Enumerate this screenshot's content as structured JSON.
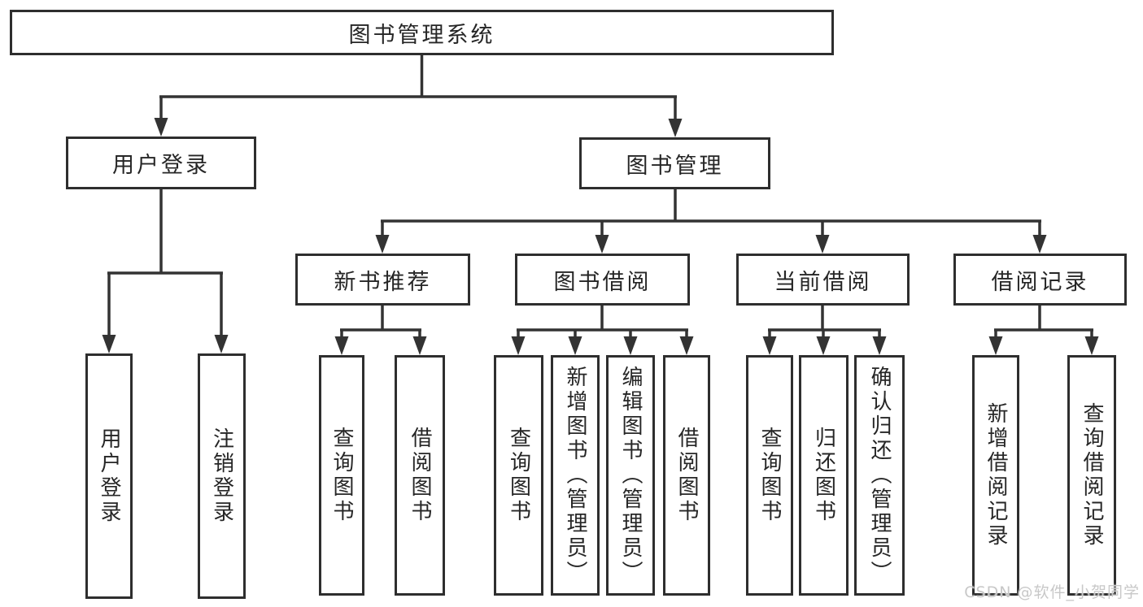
{
  "tree": {
    "root": {
      "label": "图书管理系统"
    },
    "children": [
      {
        "label": "用户登录",
        "children": [
          {
            "label": "用户登录"
          },
          {
            "label": "注销登录"
          }
        ]
      },
      {
        "label": "图书管理",
        "children": [
          {
            "label": "新书推荐",
            "children": [
              {
                "label": "查询图书"
              },
              {
                "label": "借阅图书"
              }
            ]
          },
          {
            "label": "图书借阅",
            "children": [
              {
                "label": "查询图书"
              },
              {
                "label": "新增图书（管理员）"
              },
              {
                "label": "编辑图书（管理员）"
              },
              {
                "label": "借阅图书"
              }
            ]
          },
          {
            "label": "当前借阅",
            "children": [
              {
                "label": "查询图书"
              },
              {
                "label": "归还图书"
              },
              {
                "label": "确认归还（管理员）"
              }
            ]
          },
          {
            "label": "借阅记录",
            "children": [
              {
                "label": "新增借阅记录"
              },
              {
                "label": "查询借阅记录"
              }
            ]
          }
        ]
      }
    ]
  },
  "watermark": {
    "text": "CSDN @软件_小贺同学"
  },
  "colors": {
    "line": "#333333",
    "box_border": "#2e2e2e",
    "text": "#262626",
    "watermark": "#c8c8c8",
    "background": "#ffffff"
  }
}
